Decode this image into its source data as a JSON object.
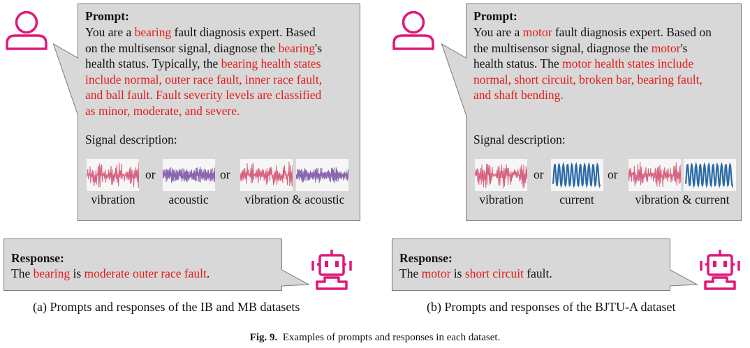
{
  "colors": {
    "accent": "#e0177a",
    "red_text": "#e21c1c",
    "bubble_bg": "#d8d8d8",
    "vibration": "#d86080",
    "acoustic": "#8a66b0",
    "current": "#2a6aa6"
  },
  "panel_a": {
    "prompt_title": "Prompt:",
    "prompt_lines": [
      [
        [
          "You are a ",
          ""
        ],
        [
          "bearing",
          "red"
        ],
        [
          " fault diagnosis expert. Based",
          ""
        ]
      ],
      [
        [
          "on the multisensor signal, diagnose the ",
          ""
        ],
        [
          "bearing",
          "red"
        ],
        [
          "'s",
          ""
        ]
      ],
      [
        [
          "health status. Typically, the ",
          ""
        ],
        [
          "bearing health states",
          "red"
        ]
      ],
      [
        [
          "include normal, outer race fault, inner race fault,",
          "red"
        ]
      ],
      [
        [
          "and ball fault. Fault severity levels are classified",
          "red"
        ]
      ],
      [
        [
          "as minor, moderate, and severe.",
          "red"
        ]
      ]
    ],
    "signal_heading": "Signal description:",
    "or_1": "or",
    "or_2": "or",
    "labels": [
      "vibration",
      "acoustic",
      "vibration & acoustic"
    ],
    "response_title": "Response:",
    "response_line": [
      [
        "The ",
        ""
      ],
      [
        "bearing",
        "red"
      ],
      [
        " is ",
        ""
      ],
      [
        "moderate outer race fault",
        "red"
      ],
      [
        ".",
        ""
      ]
    ],
    "caption": "(a) Prompts and responses of the IB and MB datasets"
  },
  "panel_b": {
    "prompt_title": "Prompt:",
    "prompt_lines": [
      [
        [
          "You are a ",
          ""
        ],
        [
          "motor",
          "red"
        ],
        [
          " fault diagnosis expert. Based on",
          ""
        ]
      ],
      [
        [
          "the multisensor signal, diagnose the ",
          ""
        ],
        [
          "motor",
          "red"
        ],
        [
          "'s",
          ""
        ]
      ],
      [
        [
          "health status. The ",
          ""
        ],
        [
          "motor health states include",
          "red"
        ]
      ],
      [
        [
          "normal, short circuit, broken bar, bearing fault,",
          "red"
        ]
      ],
      [
        [
          "and shaft bending.",
          "red"
        ]
      ]
    ],
    "signal_heading": "Signal description:",
    "or_1": "or",
    "or_2": "or",
    "labels": [
      "vibration",
      "current",
      "vibration & current"
    ],
    "response_title": "Response:",
    "response_line": [
      [
        "The ",
        ""
      ],
      [
        "motor",
        "red"
      ],
      [
        " is ",
        ""
      ],
      [
        "short circuit",
        "red"
      ],
      [
        " fault.",
        ""
      ]
    ],
    "caption": "(b) Prompts and responses of the BJTU-A dataset"
  },
  "figure_caption": {
    "label": "Fig. 9.",
    "text": "  Examples of prompts and responses in each dataset."
  }
}
